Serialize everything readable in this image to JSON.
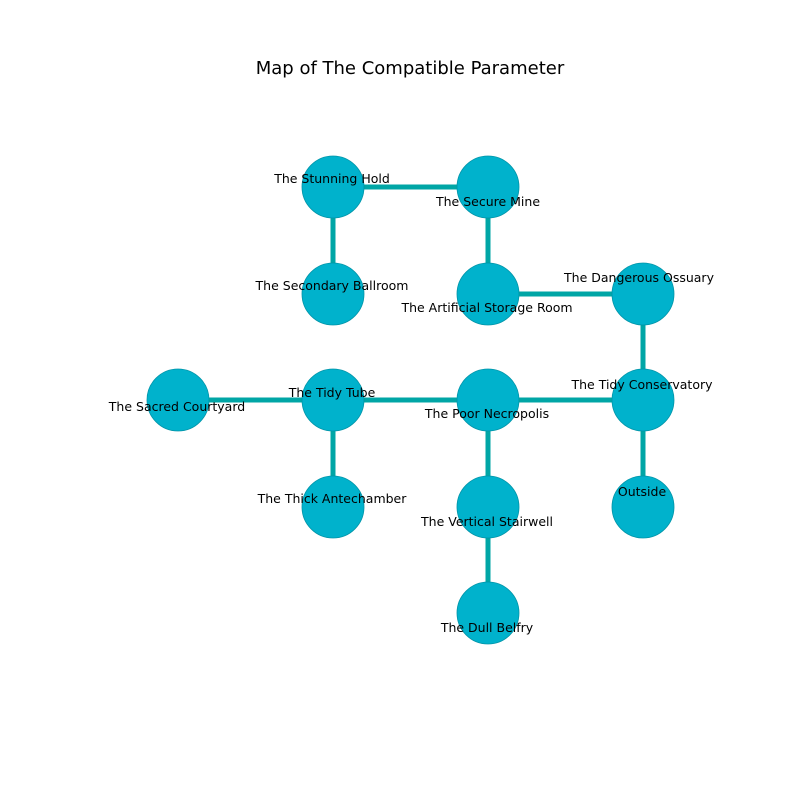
{
  "title": "Map of The Compatible Parameter",
  "colors": {
    "node_fill": "#00B2CC",
    "node_stroke": "#0094A8",
    "edge": "#00A6A6"
  },
  "rooms": [
    {
      "id": "stunning-hold",
      "name": "The Stunning Hold"
    },
    {
      "id": "secure-mine",
      "name": "The Secure Mine"
    },
    {
      "id": "secondary-ballroom",
      "name": "The Secondary Ballroom"
    },
    {
      "id": "artificial-storage-room",
      "name": "The Artificial Storage Room"
    },
    {
      "id": "dangerous-ossuary",
      "name": "The Dangerous Ossuary"
    },
    {
      "id": "sacred-courtyard",
      "name": "The Sacred Courtyard"
    },
    {
      "id": "tidy-tube",
      "name": "The Tidy Tube"
    },
    {
      "id": "poor-necropolis",
      "name": "The Poor Necropolis"
    },
    {
      "id": "tidy-conservatory",
      "name": "The Tidy Conservatory"
    },
    {
      "id": "thick-antechamber",
      "name": "The Thick Antechamber"
    },
    {
      "id": "vertical-stairwell",
      "name": "The Vertical Stairwell"
    },
    {
      "id": "outside",
      "name": "Outside"
    },
    {
      "id": "dull-belfry",
      "name": "The Dull Belfry"
    }
  ],
  "connections": [
    [
      "stunning-hold",
      "secure-mine"
    ],
    [
      "stunning-hold",
      "secondary-ballroom"
    ],
    [
      "secure-mine",
      "artificial-storage-room"
    ],
    [
      "artificial-storage-room",
      "dangerous-ossuary"
    ],
    [
      "dangerous-ossuary",
      "tidy-conservatory"
    ],
    [
      "sacred-courtyard",
      "tidy-tube"
    ],
    [
      "tidy-tube",
      "poor-necropolis"
    ],
    [
      "poor-necropolis",
      "tidy-conservatory"
    ],
    [
      "tidy-tube",
      "thick-antechamber"
    ],
    [
      "poor-necropolis",
      "vertical-stairwell"
    ],
    [
      "tidy-conservatory",
      "outside"
    ],
    [
      "vertical-stairwell",
      "dull-belfry"
    ]
  ]
}
